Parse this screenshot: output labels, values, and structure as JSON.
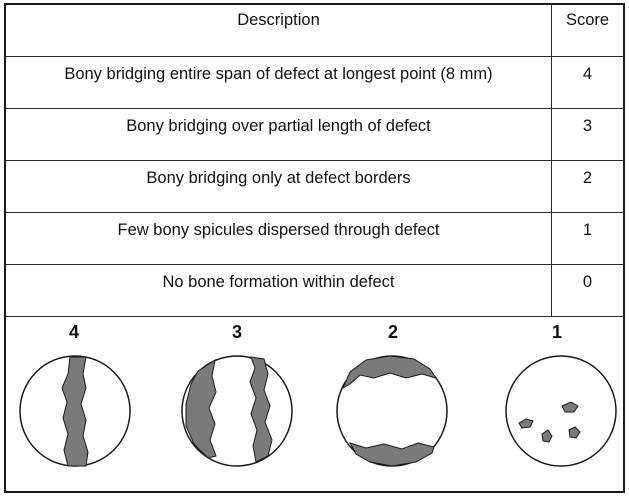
{
  "table": {
    "header": {
      "description": "Description",
      "score": "Score"
    },
    "rows": [
      {
        "description": "Bony bridging entire span of defect at longest point (8 mm)",
        "score": "4"
      },
      {
        "description": "Bony bridging over partial length of defect",
        "score": "3"
      },
      {
        "description": "Bony bridging only at defect borders",
        "score": "2"
      },
      {
        "description": "Few bony spicules dispersed through defect",
        "score": "1"
      },
      {
        "description": "No bone formation within defect",
        "score": "0"
      }
    ]
  },
  "diagrams": [
    {
      "label": "4"
    },
    {
      "label": "3"
    },
    {
      "label": "2"
    },
    {
      "label": "1"
    }
  ],
  "colors": {
    "bone_fill": "#7a7a7a",
    "outline": "#1a1a1a"
  }
}
